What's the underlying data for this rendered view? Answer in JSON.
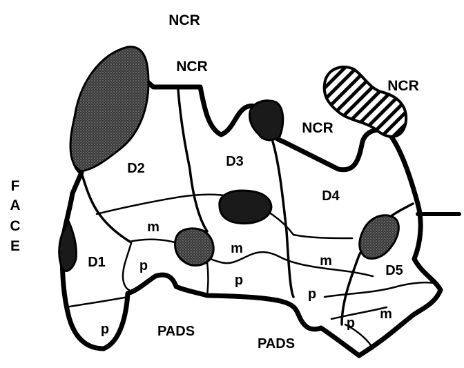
{
  "labels": {
    "ncr_top": "NCR",
    "ncr_upper": "NCR",
    "ncr_right": "NCR",
    "ncr_mid": "NCR",
    "face": [
      "F",
      "A",
      "C",
      "E"
    ],
    "d1": "D1",
    "d2": "D2",
    "d3": "D3",
    "d4": "D4",
    "d5": "D5",
    "m_d2": "m",
    "m_d3": "m",
    "m_d4": "m",
    "m_d5": "m",
    "p_d1": "p",
    "p_d2": "p",
    "p_d3": "p",
    "p_d4": "p",
    "p_d5": "p",
    "pads_left": "PADS",
    "pads_right": "PADS"
  }
}
